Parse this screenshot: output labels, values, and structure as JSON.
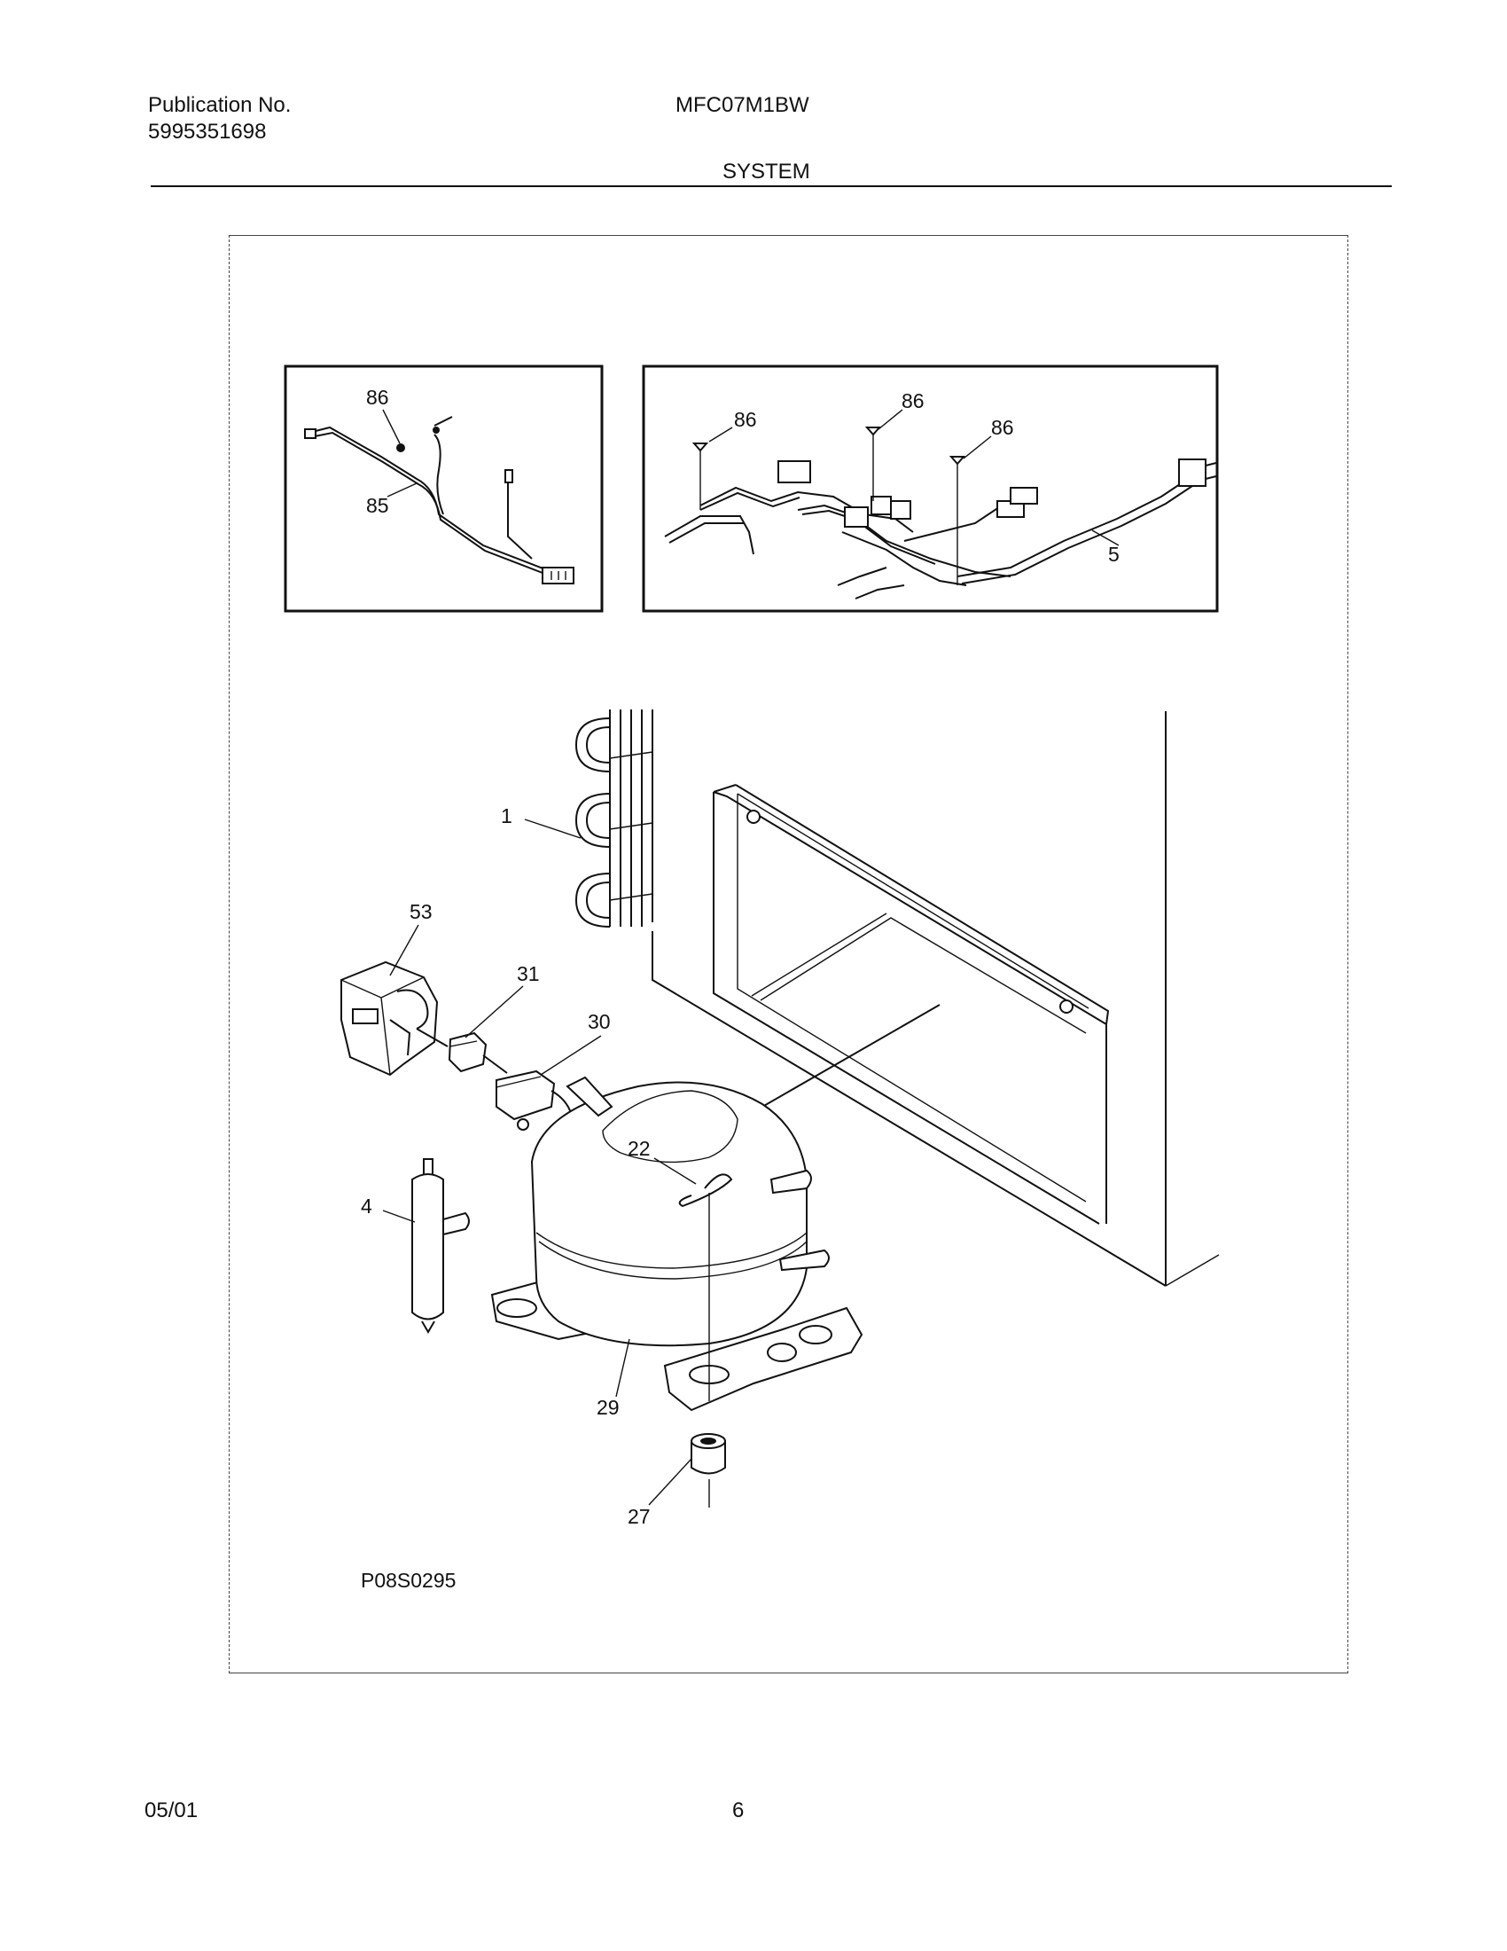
{
  "header": {
    "publication_label": "Publication No.",
    "publication_number": "5995351698",
    "model": "MFC07M1BW",
    "section_title": "SYSTEM"
  },
  "diagram": {
    "callouts": {
      "wire_85_screw": "86",
      "wire_85": "85",
      "harness_screw_a": "86",
      "harness_screw_b": "86",
      "harness_screw_c": "86",
      "power_cord": "5",
      "condenser": "1",
      "relay_cover": "53",
      "relay": "31",
      "overload": "30",
      "clip": "22",
      "drier": "4",
      "compressor": "29",
      "grommet": "27"
    },
    "figure_code": "P08S0295"
  },
  "footer": {
    "date": "05/01",
    "page": "6"
  }
}
